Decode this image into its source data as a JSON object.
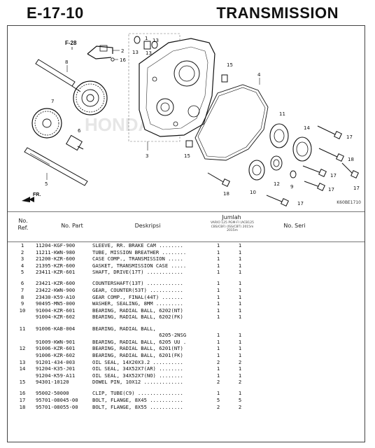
{
  "header": {
    "code": "E-17-10",
    "title": "TRANSMISSION"
  },
  "diagram": {
    "code": "K60BE1710",
    "ref_f28": "F-28",
    "fr_label": "FR.",
    "callouts": {
      "c1": "1",
      "c2": "2",
      "c3": "3",
      "c4": "4",
      "c5": "5",
      "c6": "6",
      "c7": "7",
      "c8": "8",
      "c9": "9",
      "c10": "10",
      "c11": "11",
      "c12": "12",
      "c13a": "13",
      "c13b": "13",
      "c14": "14",
      "c15a": "15",
      "c15b": "15",
      "c16": "16",
      "c17a": "17",
      "c17b": "17",
      "c17c": "17",
      "c17d": "17",
      "c17e": "17",
      "c17f": "17",
      "c18a": "18",
      "c18b": "18"
    },
    "watermark": "HONDA"
  },
  "table": {
    "headers": {
      "no_ref": "No. Ref.",
      "no_part": "No. Part",
      "deskripsi": "Deskripsi",
      "jumlah": "Jumlah",
      "jumlah_sub": "VARIO 125 PGM-FI (ACB125 CBS/CBF) (ISS/CBT) 2015m 2015m",
      "no_seri": "No. Seri"
    },
    "rows": [
      {
        "ref": "1",
        "part": "11204-KGF-900",
        "desc": "SLEEVE, RR. BRAKE CAM ........",
        "q1": "1",
        "q2": "1",
        "gap": false
      },
      {
        "ref": "2",
        "part": "11211-KWN-980",
        "desc": "TUBE, MISSION BREATHER ........",
        "q1": "1",
        "q2": "1",
        "gap": false
      },
      {
        "ref": "3",
        "part": "21200-KZR-600",
        "desc": "CASE COMP., TRANSMISSION .....",
        "q1": "1",
        "q2": "1",
        "gap": false
      },
      {
        "ref": "4",
        "part": "21395-KZR-600",
        "desc": "GASKET, TRANSMISSION CASE .....",
        "q1": "1",
        "q2": "1",
        "gap": false
      },
      {
        "ref": "5",
        "part": "23411-KZR-601",
        "desc": "SHAFT, DRIVE(17T) ............",
        "q1": "1",
        "q2": "1",
        "gap": false
      },
      {
        "ref": "6",
        "part": "23421-KZR-600",
        "desc": "COUNTERSHAFT(13T) ............",
        "q1": "1",
        "q2": "1",
        "gap": true
      },
      {
        "ref": "7",
        "part": "23422-KWN-900",
        "desc": "GEAR, COUNTER(53T) ...........",
        "q1": "1",
        "q2": "1",
        "gap": false
      },
      {
        "ref": "8",
        "part": "23430-K59-A10",
        "desc": "GEAR COMP., FINAL(44T) .......",
        "q1": "1",
        "q2": "1",
        "gap": false
      },
      {
        "ref": "9",
        "part": "90495-MN5-000",
        "desc": "WASHER, SEALING, 8MM .........",
        "q1": "1",
        "q2": "1",
        "gap": false
      },
      {
        "ref": "10",
        "part": "91004-KZR-601",
        "desc": "BEARING, RADIAL BALL, 6202(NT)",
        "q1": "1",
        "q2": "1",
        "gap": false
      },
      {
        "ref": "",
        "part": "91004-KZR-602",
        "desc": "BEARING, RADIAL BALL, 6202(FK)",
        "q1": "1",
        "q2": "1",
        "gap": false
      },
      {
        "ref": "11",
        "part": "91006-KAB-004",
        "desc": "BEARING, RADIAL BALL,",
        "q1": "",
        "q2": "",
        "gap": true
      },
      {
        "ref": "",
        "part": "",
        "desc": "                      6205-2NSG",
        "q1": "1",
        "q2": "1",
        "gap": false
      },
      {
        "ref": "",
        "part": "91009-KWN-901",
        "desc": "BEARING, RADIAL BALL, 6205 UU .",
        "q1": "1",
        "q2": "1",
        "gap": false
      },
      {
        "ref": "12",
        "part": "91006-KZR-601",
        "desc": "BEARING, RADIAL BALL, 6201(NT)",
        "q1": "1",
        "q2": "1",
        "gap": false
      },
      {
        "ref": "",
        "part": "91006-KZR-602",
        "desc": "BEARING, RADIAL BALL, 6201(FK)",
        "q1": "1",
        "q2": "1",
        "gap": false
      },
      {
        "ref": "13",
        "part": "91201-434-003",
        "desc": "OIL SEAL, 14X20X3.2 ..........",
        "q1": "2",
        "q2": "2",
        "gap": false
      },
      {
        "ref": "14",
        "part": "91204-K35-J01",
        "desc": "OIL SEAL, 34X52X7(AR) ........",
        "q1": "1",
        "q2": "1",
        "gap": false
      },
      {
        "ref": "",
        "part": "91204-K59-A11",
        "desc": "OIL SEAL, 34X52X7(NO) ........",
        "q1": "1",
        "q2": "1",
        "gap": false
      },
      {
        "ref": "15",
        "part": "94301-10120",
        "desc": "DOWEL PIN, 10X12 .............",
        "q1": "2",
        "q2": "2",
        "gap": false
      },
      {
        "ref": "16",
        "part": "95002-50000",
        "desc": "CLIP, TUBE(C9) ...............",
        "q1": "1",
        "q2": "1",
        "gap": true
      },
      {
        "ref": "17",
        "part": "95701-08045-00",
        "desc": "BOLT, FLANGE, 8X45 ...........",
        "q1": "5",
        "q2": "5",
        "gap": false
      },
      {
        "ref": "18",
        "part": "95701-08055-00",
        "desc": "BOLT, FLANGE, 8X55 ...........",
        "q1": "2",
        "q2": "2",
        "gap": false
      }
    ]
  }
}
